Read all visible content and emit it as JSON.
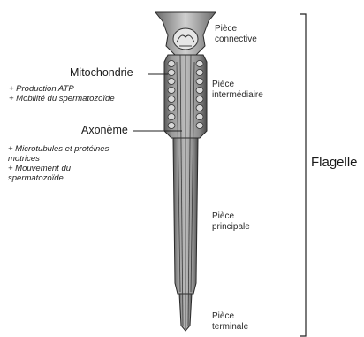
{
  "pieces": {
    "connective": [
      "Pièce",
      "connective"
    ],
    "intermediaire": [
      "Pièce",
      "intermédiaire"
    ],
    "principale": [
      "Pièce",
      "principale"
    ],
    "terminale": [
      "Pièce",
      "terminale"
    ]
  },
  "mitochondrie": {
    "label": "Mitochondrie",
    "notes": [
      "+ Production ATP",
      "+ Mobilité du spermatozoïde"
    ]
  },
  "axoneme": {
    "label": "Axonème",
    "notes": [
      "+ Microtubules et protéines",
      "motrices",
      "+ Mouvement du",
      "spermatozoïde"
    ]
  },
  "flagelle": {
    "label": "Flagelle"
  }
}
